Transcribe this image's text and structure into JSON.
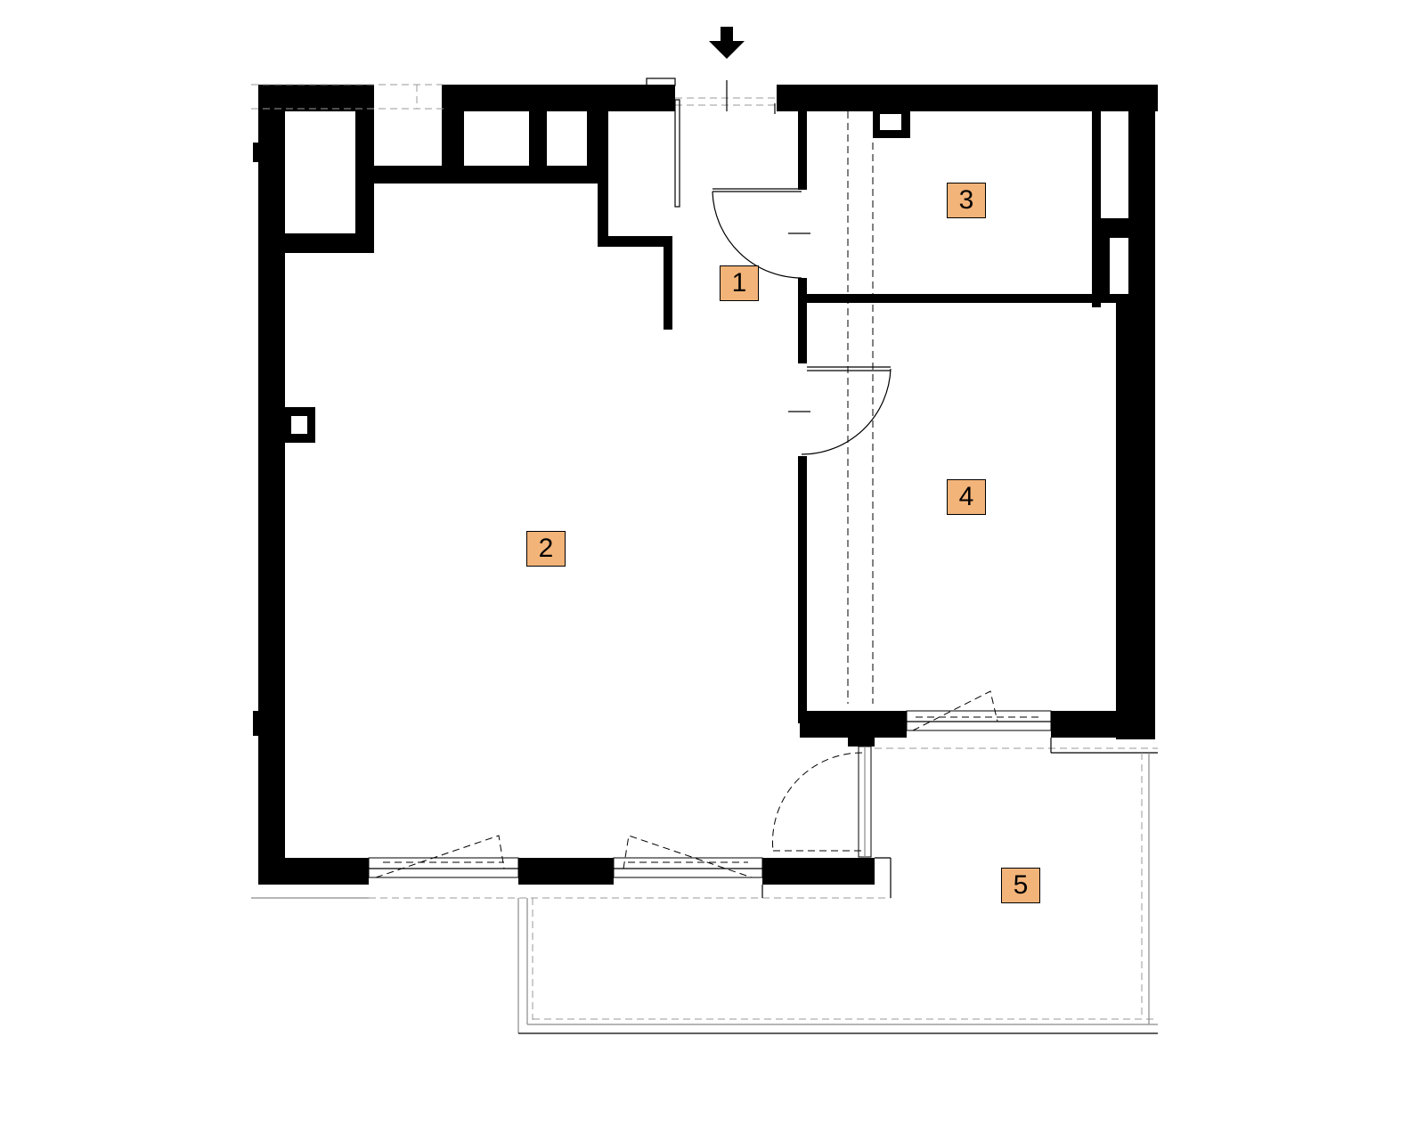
{
  "colors": {
    "label_fill": "#f3b479",
    "wall": "#000000"
  },
  "entrance": {
    "icon": "arrow-down-icon"
  },
  "rooms": [
    {
      "id": "1",
      "label": "1"
    },
    {
      "id": "2",
      "label": "2"
    },
    {
      "id": "3",
      "label": "3"
    },
    {
      "id": "4",
      "label": "4"
    },
    {
      "id": "5",
      "label": "5"
    }
  ]
}
